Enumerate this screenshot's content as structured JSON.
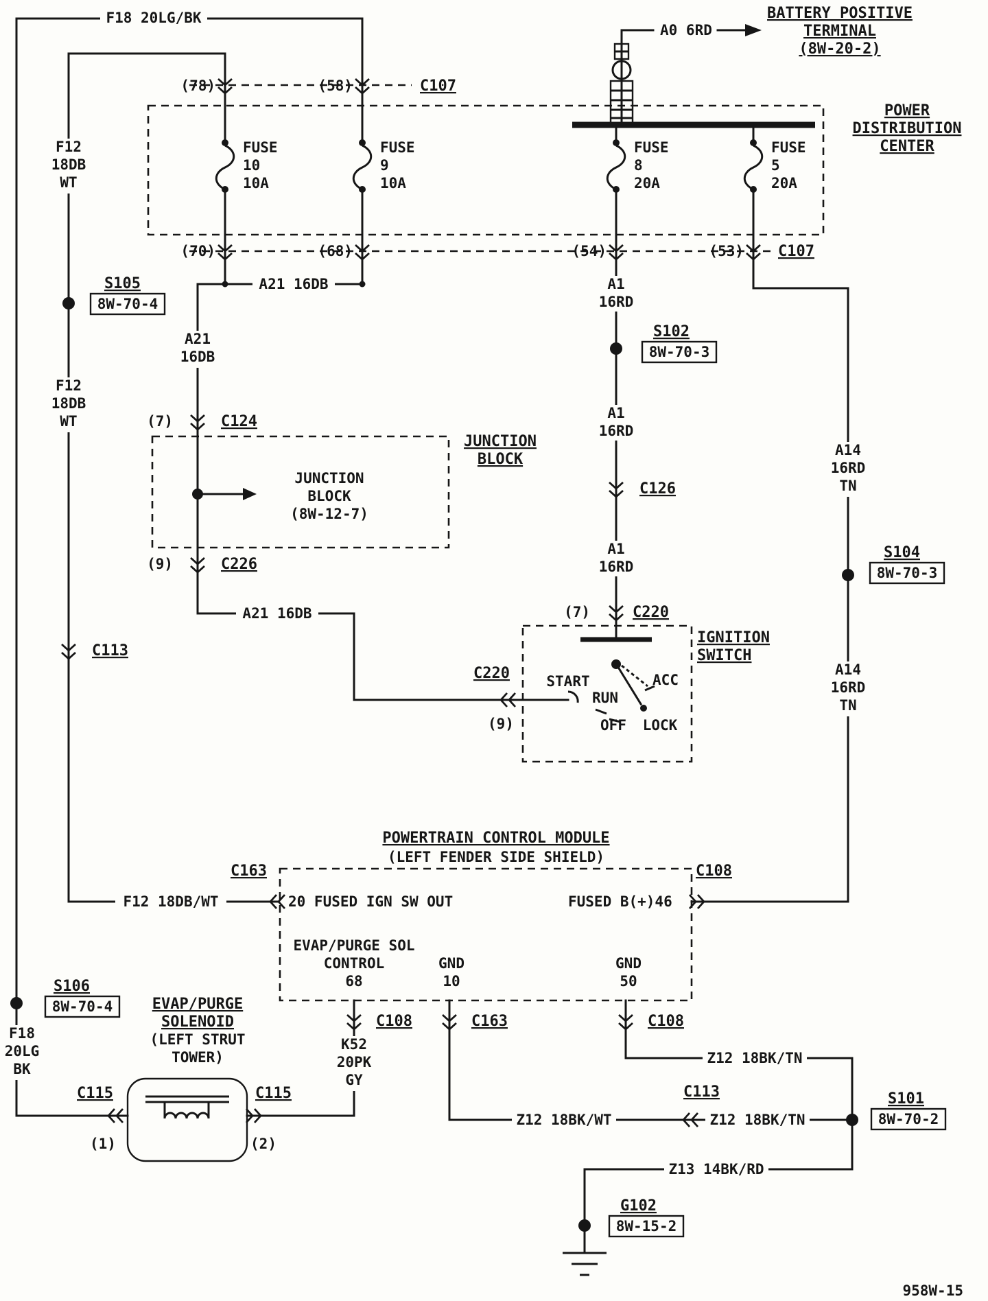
{
  "sheet_code": "958W-15",
  "colors": {
    "ink": "#161616",
    "background": "#fdfdfa"
  },
  "battery": {
    "heading": [
      "BATTERY POSITIVE",
      "TERMINAL",
      "(8W-20-2)"
    ],
    "feed_wire": "A0 6RD"
  },
  "pdc": {
    "heading": [
      "POWER",
      "DISTRIBUTION",
      "CENTER"
    ],
    "fuses": [
      {
        "label": "FUSE",
        "number": "10",
        "rating": "10A"
      },
      {
        "label": "FUSE",
        "number": "9",
        "rating": "10A"
      },
      {
        "label": "FUSE",
        "number": "8",
        "rating": "20A"
      },
      {
        "label": "FUSE",
        "number": "5",
        "rating": "20A"
      }
    ]
  },
  "connectors": {
    "c107_top": {
      "name": "C107",
      "pin_78": "(78)",
      "pin_58": "(58)"
    },
    "c107_bottom": {
      "name": "C107",
      "pin_70": "(70)",
      "pin_68": "(68)",
      "pin_54": "(54)",
      "pin_53": "(53)"
    },
    "c124": {
      "name": "C124",
      "pin": "(7)"
    },
    "c226": {
      "name": "C226",
      "pin": "(9)"
    },
    "c126": {
      "name": "C126"
    },
    "c220_top": {
      "name": "C220",
      "pin": "(7)"
    },
    "c220_left": {
      "name": "C220",
      "pin": "(9)"
    },
    "c113_left": {
      "name": "C113"
    },
    "c163_pcm": {
      "name": "C163"
    },
    "c108_pcm": {
      "name": "C108"
    },
    "c108_control": {
      "name": "C108"
    },
    "c163_ground": {
      "name": "C163"
    },
    "c108_ground": {
      "name": "C108"
    },
    "c113_splice": {
      "name": "C113"
    },
    "c115_1": {
      "name": "C115",
      "pin": "(1)"
    },
    "c115_2": {
      "name": "C115",
      "pin": "(2)"
    }
  },
  "wires": {
    "f18_top": "F18 20LG/BK",
    "f12_upper": [
      "F12",
      "18DB",
      "WT"
    ],
    "f12_lower": [
      "F12",
      "18DB",
      "WT"
    ],
    "a21_fuse_link": "A21 16DB",
    "a21_vertical": [
      "A21",
      "16DB"
    ],
    "a21_lower": "A21 16DB",
    "a1_1": [
      "A1",
      "16RD"
    ],
    "a1_2": [
      "A1",
      "16RD"
    ],
    "a1_3": [
      "A1",
      "16RD"
    ],
    "a14_upper": [
      "A14",
      "16RD",
      "TN"
    ],
    "a14_lower": [
      "A14",
      "16RD",
      "TN"
    ],
    "f12_pcm_feed": "F12 18DB/WT",
    "k52": [
      "K52",
      "20PK",
      "GY"
    ],
    "f18_lower": [
      "F18",
      "20LG",
      "BK"
    ],
    "z12_upper": "Z12 18BK/TN",
    "z12_white": "Z12 18BK/WT",
    "z12_lower": "Z12 18BK/TN",
    "z13": "Z13 14BK/RD"
  },
  "splices": {
    "s105": {
      "name": "S105",
      "ref": "8W-70-4"
    },
    "s102": {
      "name": "S102",
      "ref": "8W-70-3"
    },
    "s104": {
      "name": "S104",
      "ref": "8W-70-3"
    },
    "s106": {
      "name": "S106",
      "ref": "8W-70-4"
    },
    "s101": {
      "name": "S101",
      "ref": "8W-70-2"
    }
  },
  "ground": {
    "name": "G102",
    "ref": "8W-15-2"
  },
  "junction_block": {
    "heading": [
      "JUNCTION",
      "BLOCK"
    ],
    "label": [
      "JUNCTION",
      "BLOCK",
      "(8W-12-7)"
    ]
  },
  "ignition_switch": {
    "heading": [
      "IGNITION",
      "SWITCH"
    ],
    "positions": {
      "start": "START",
      "run": "RUN",
      "acc": "ACC",
      "off": "OFF",
      "lock": "LOCK"
    }
  },
  "pcm": {
    "title": "POWERTRAIN CONTROL MODULE",
    "subtitle": "(LEFT FENDER SIDE SHIELD)",
    "pin_ign": "20 FUSED IGN SW OUT",
    "pin_batt": "FUSED B(+)46",
    "pin_sol": [
      "EVAP/PURGE SOL",
      "CONTROL",
      "68"
    ],
    "pin_gnd10": [
      "GND",
      "10"
    ],
    "pin_gnd50": [
      "GND",
      "50"
    ]
  },
  "solenoid": {
    "heading": [
      "EVAP/PURGE",
      "SOLENOID"
    ],
    "location": [
      "(LEFT STRUT",
      "TOWER)"
    ]
  }
}
